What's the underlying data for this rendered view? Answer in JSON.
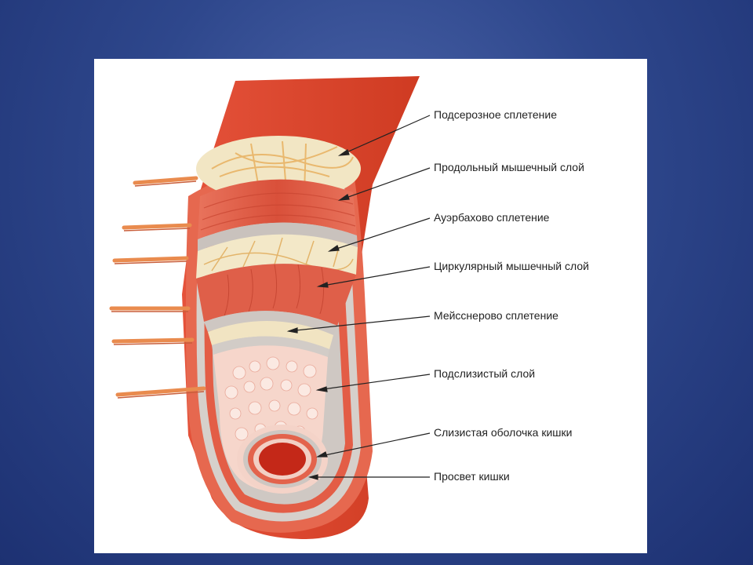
{
  "labels": [
    "Подсерозное сплетение",
    "Продольный мышечный слой",
    "Ауэрбахово сплетение",
    "Циркулярный мышечный слой",
    "Мейсснерово сплетение",
    "Подслизистый слой",
    "Слизистая оболочка кишки",
    "Просвет кишки"
  ],
  "colors": {
    "background": "#2e478c",
    "serosa": "#d8442a",
    "muscle": "#e36a55",
    "plexus": "#f3e8c8",
    "submucosa": "#f7d8cc",
    "lumen": "#c42818",
    "grey_band": "#cfcac6"
  }
}
